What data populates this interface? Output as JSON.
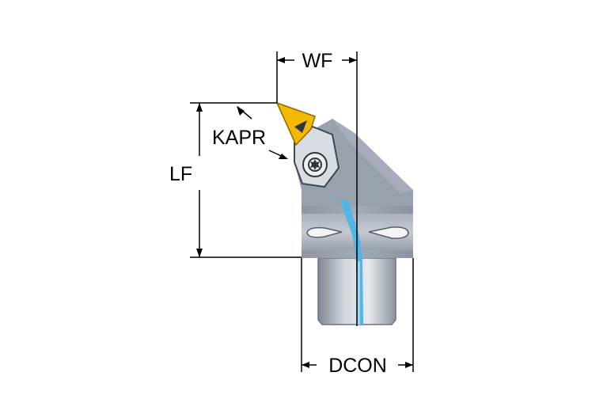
{
  "labels": {
    "wf": "WF",
    "kapr": "KAPR",
    "lf": "LF",
    "dcon": "DCON"
  },
  "colors": {
    "background": "#ffffff",
    "body": "#98a1ae",
    "body_dark": "#6c7582",
    "body_light": "#c8ced6",
    "shank": "#c0c6ce",
    "insert": "#f5b800",
    "coolant": "#4fb6e6",
    "dimension_line": "#000000"
  }
}
